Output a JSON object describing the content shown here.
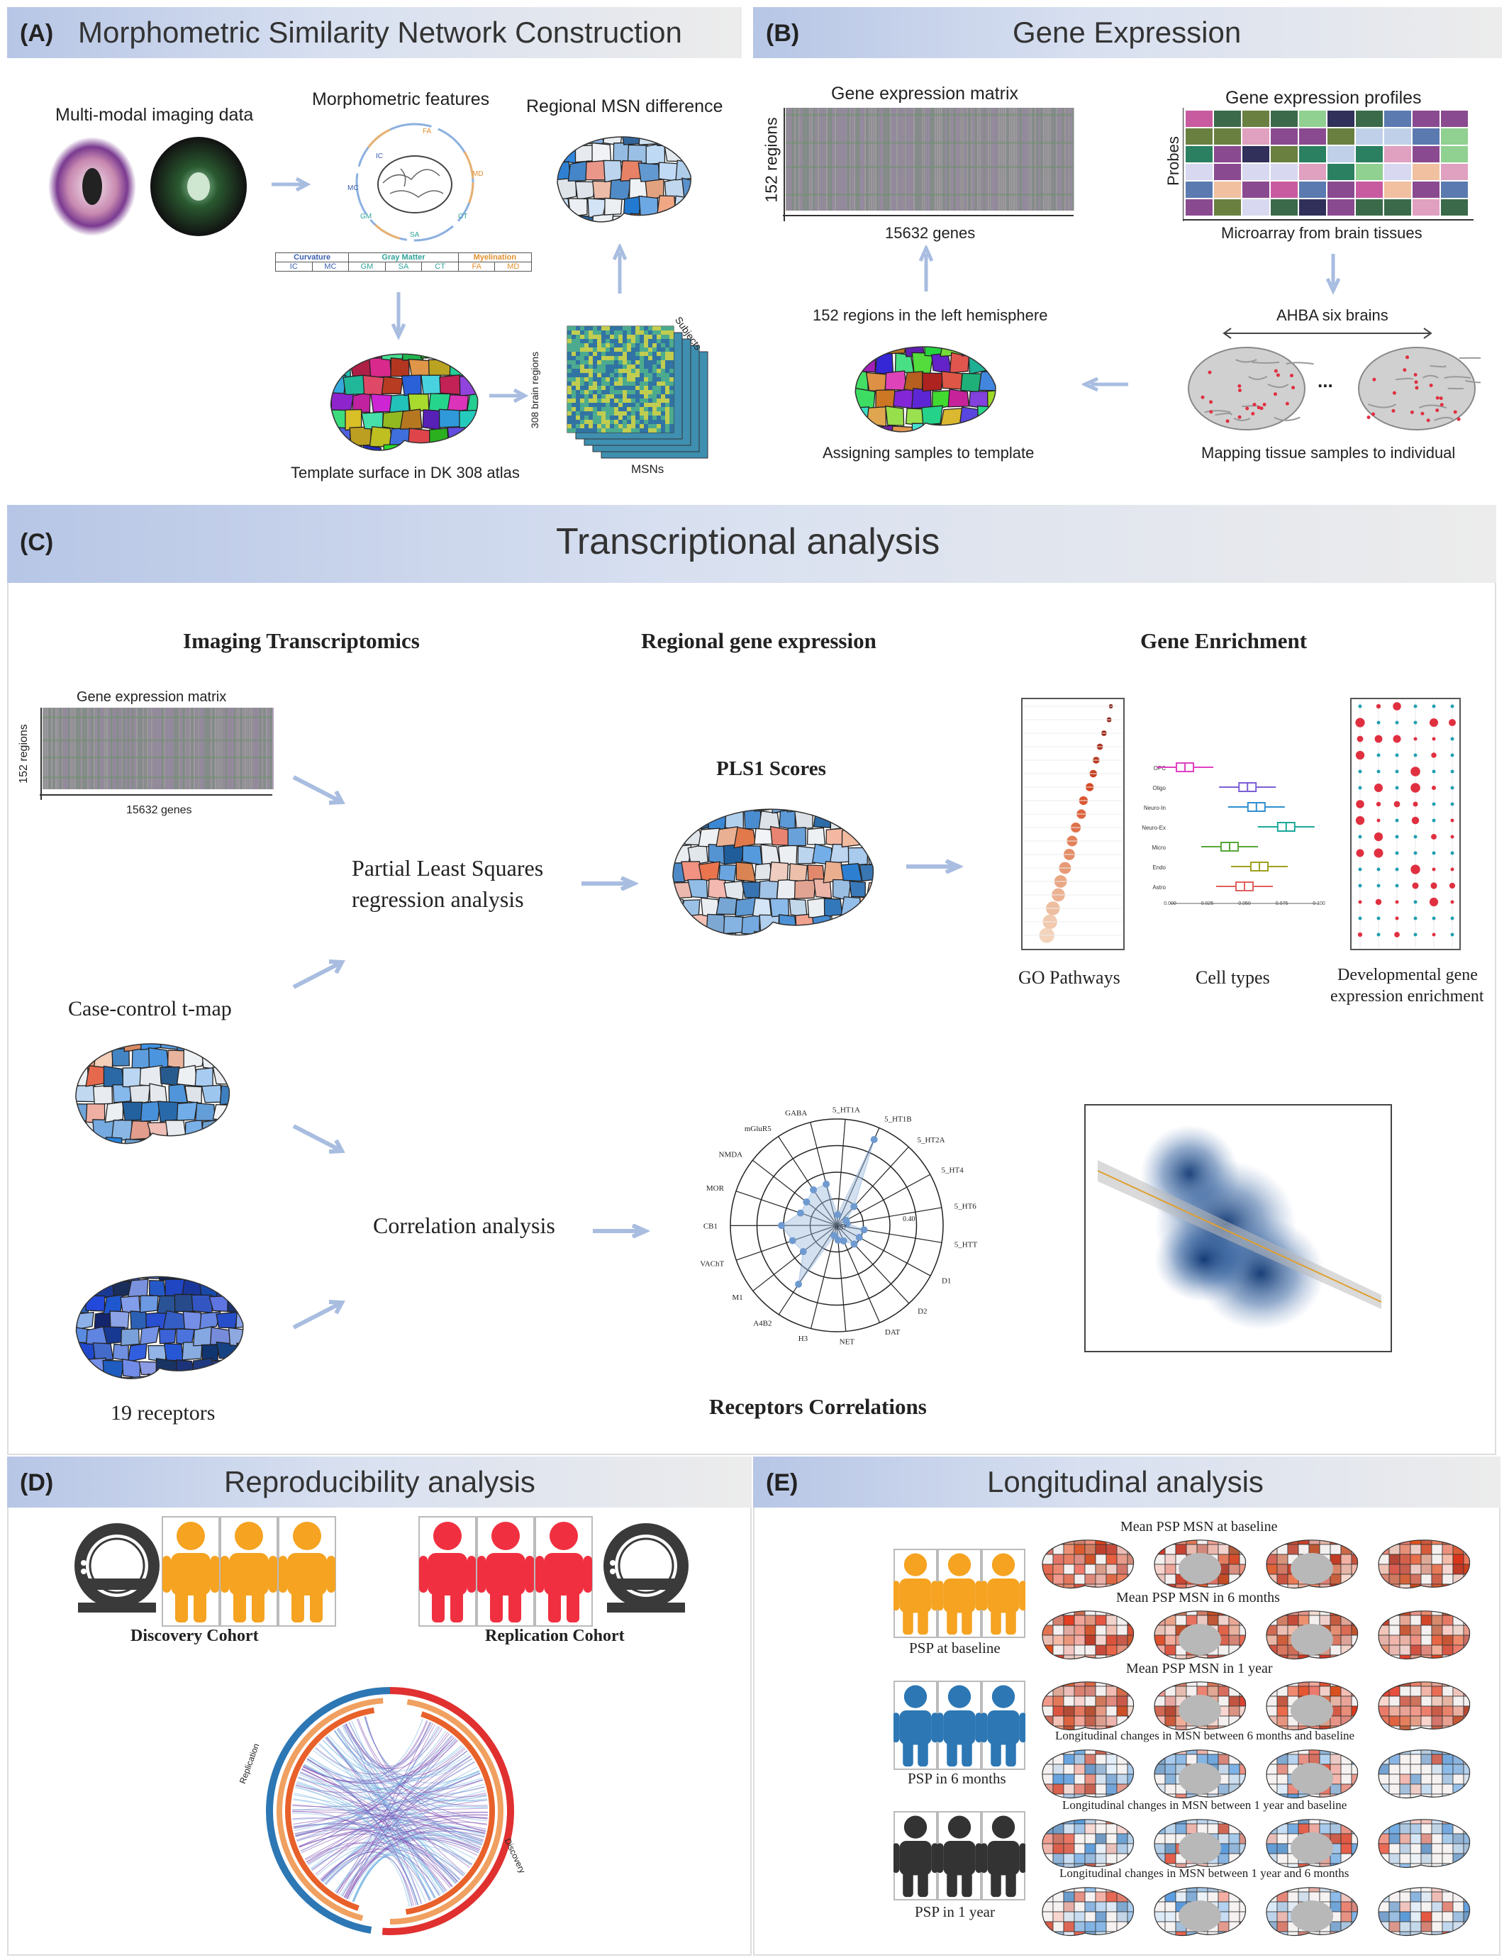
{
  "panel_a": {
    "tag": "(A)",
    "title": "Morphometric Similarity Network Construction",
    "multimodal_label": "Multi-modal imaging data",
    "morph_features_label": "Morphometric features",
    "regional_diff_label": "Regional MSN difference",
    "template_label": "Template surface in DK 308 atlas",
    "msn_label": "MSNs",
    "brain_regions_axis": "308 brain regions",
    "subjects_axis": "Subjects",
    "ring_labels": [
      "IC",
      "MC",
      "GM",
      "SA",
      "CT",
      "FA",
      "MD"
    ],
    "feature_groups": [
      {
        "name": "Curvature",
        "color": "#3a5fb0",
        "items": [
          "IC",
          "MC"
        ]
      },
      {
        "name": "Gray Matter",
        "color": "#2fa39a",
        "items": [
          "GM",
          "SA",
          "CT"
        ]
      },
      {
        "name": "Myelination",
        "color": "#e0902e",
        "items": [
          "FA",
          "MD"
        ]
      }
    ]
  },
  "panel_b": {
    "tag": "(B)",
    "title": "Gene Expression",
    "matrix_label": "Gene expression matrix",
    "regions_axis": "152 regions",
    "genes_axis": "15632 genes",
    "profiles_label": "Gene expression profiles",
    "probes_axis": "Probes",
    "microarray_label": "Microarray from brain tissues",
    "ahba_label": "AHBA six brains",
    "ellipsis": "...",
    "left_hemi_label": "152 regions in the left hemisphere",
    "assign_label": "Assigning samples to template",
    "mapping_label": "Mapping tissue samples to individual"
  },
  "panel_c": {
    "tag": "(C)",
    "title": "Transcriptional analysis",
    "imaging_title": "Imaging Transcriptomics",
    "regional_title": "Regional gene expression",
    "enrich_title": "Gene Enrichment",
    "matrix_label": "Gene expression matrix",
    "regions_axis": "152 regions",
    "genes_axis": "15632 genes",
    "pls_line1": "Partial Least Squares",
    "pls_line2": "regression analysis",
    "pls1_title": "PLS1 Scores",
    "tmap_label": "Case-control t-map",
    "go_label": "GO Pathways",
    "cell_label": "Cell types",
    "dev_line1": "Developmental gene",
    "dev_line2": "expression enrichment",
    "corr_label": "Correlation analysis",
    "receptors_label": "19 receptors",
    "receptor_corr_title": "Receptors Correlations",
    "cell_types": [
      "OPC",
      "Oligo",
      "Neuro-In",
      "Neuro-Ex",
      "Micro",
      "Endo",
      "Astro"
    ],
    "cell_colors": [
      "#e040c0",
      "#7b5fd6",
      "#2f8fd0",
      "#19a89a",
      "#57a63a",
      "#a0a020",
      "#e06060"
    ],
    "cell_ticks": [
      "0.000",
      "0.025",
      "0.050",
      "0.075",
      "0.100"
    ],
    "radar_labels": [
      "5_HT1A",
      "5_HT1B",
      "5_HT2A",
      "5_HT4",
      "5_HT6",
      "5_HTT",
      "D1",
      "D2",
      "DAT",
      "NET",
      "H3",
      "A4B2",
      "M1",
      "VAChT",
      "CB1",
      "MOR",
      "NMDA",
      "mGluR5",
      "GABA"
    ],
    "radar_values": [
      0.05,
      0.44,
      0.12,
      0.05,
      0.05,
      0.13,
      0.12,
      0.12,
      0.08,
      0.07,
      0.05,
      0.33,
      0.2,
      0.22,
      0.26,
      0.18,
      0.18,
      0.2,
      0.2
    ],
    "radar_ticks": [
      "0.40",
      "0.57"
    ]
  },
  "panel_d": {
    "tag": "(D)",
    "title": "Reproducibility analysis",
    "discovery_label": "Discovery Cohort",
    "replication_label": "Replication Cohort",
    "chord_left": "Replication",
    "chord_right": "Discovery",
    "discovery_color": "#f5a321",
    "replication_color": "#f03040"
  },
  "panel_e": {
    "tag": "(E)",
    "title": "Longitudinal analysis",
    "rows": [
      "Mean PSP MSN at baseline",
      "Mean PSP MSN in 6 months",
      "Mean PSP MSN in 1 year",
      "Longitudinal changes in MSN between 6 months and baseline",
      "Longitudinal changes in MSN between 1 year and baseline",
      "Longitudinal changes in MSN between 1 year and 6 months"
    ],
    "groups": [
      {
        "label": "PSP at baseline",
        "color": "#f5a321"
      },
      {
        "label": "PSP in 6 months",
        "color": "#2c77b4"
      },
      {
        "label": "PSP in 1 year",
        "color": "#333333"
      }
    ]
  }
}
